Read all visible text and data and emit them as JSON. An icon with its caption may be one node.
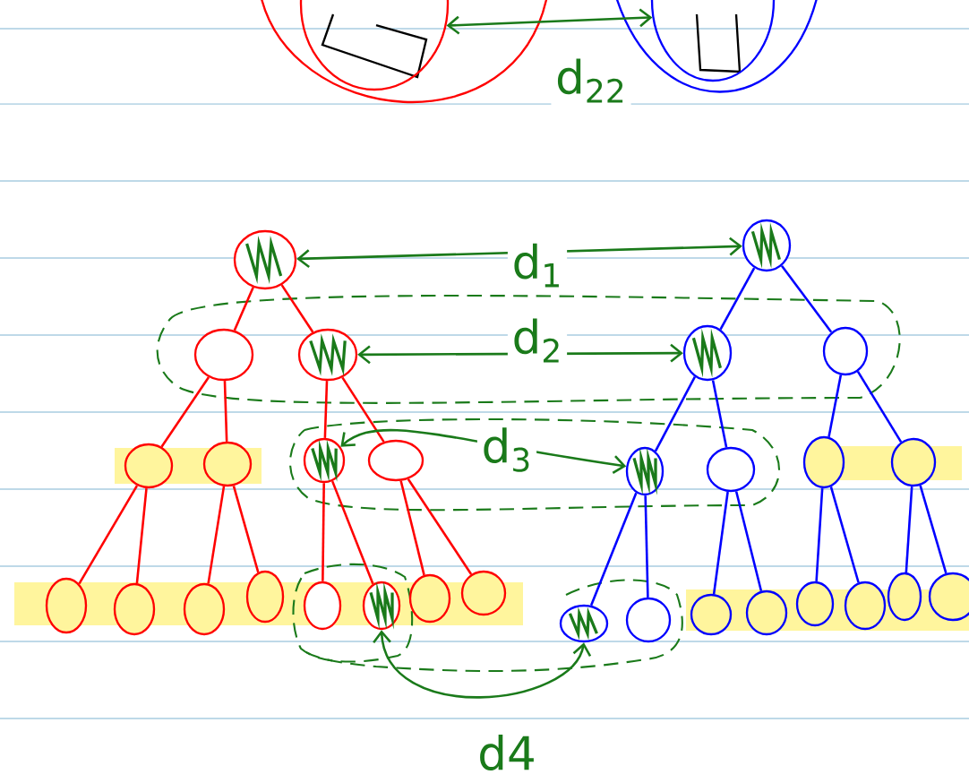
{
  "diagram": {
    "nodes": [
      {
        "text": [],
        "shape": "circle"
      },
      {
        "text": [],
        "shape": "circle"
      },
      {
        "text": [],
        "shape": "circle"
      },
      {
        "text": [],
        "shape": "circle"
      },
      {
        "text": [],
        "shape": "circle"
      },
      {
        "text": [],
        "shape": "circle"
      },
      {
        "text": [],
        "shape": "circle"
      },
      {
        "text": [],
        "shape": "circle"
      },
      {
        "text": [],
        "shape": "circle"
      },
      {
        "text": [],
        "shape": "circle"
      },
      {
        "text": [],
        "shape": "circle"
      },
      {
        "text": [],
        "shape": "circle"
      },
      {
        "text": [],
        "shape": "circle"
      },
      {
        "text": [],
        "shape": "circle"
      },
      {
        "text": [],
        "shape": "circle"
      },
      {
        "text": [],
        "shape": "circle"
      },
      {
        "text": [],
        "shape": "circle"
      },
      {
        "text": [],
        "shape": "circle"
      },
      {
        "text": [],
        "shape": "circle"
      },
      {
        "text": [],
        "shape": "circle"
      },
      {
        "text": [],
        "shape": "circle"
      },
      {
        "text": [],
        "shape": "circle"
      },
      {
        "text": [],
        "shape": "circle"
      },
      {
        "text": [],
        "shape": "circle"
      },
      {
        "text": [],
        "shape": "circle"
      },
      {
        "text": [],
        "shape": "circle"
      },
      {
        "text": [],
        "shape": "circle"
      },
      {
        "text": [],
        "shape": "circle"
      },
      {
        "text": [],
        "shape": "circle"
      },
      {
        "text": [],
        "shape": "circle"
      },
      {
        "text": [],
        "shape": "circle"
      },
      {
        "text": [],
        "shape": "circle"
      }
    ],
    "edges": [
      {
        "from": 2,
        "to": 3,
        "arrow": "none",
        "color": "#ff0000"
      },
      {
        "from": 2,
        "to": 4,
        "arrow": "none",
        "color": "#ff0000"
      },
      {
        "from": 3,
        "to": 5,
        "arrow": "none",
        "color": "#ff0000"
      },
      {
        "from": 3,
        "to": 6,
        "arrow": "none",
        "color": "#ff0000"
      },
      {
        "from": 4,
        "to": 7,
        "arrow": "none",
        "color": "#ff0000"
      },
      {
        "from": 4,
        "to": 8,
        "arrow": "none",
        "color": "#ff0000"
      },
      {
        "from": 5,
        "to": 9,
        "arrow": "none",
        "color": "#ff0000"
      },
      {
        "from": 5,
        "to": 10,
        "arrow": "none",
        "color": "#ff0000"
      },
      {
        "from": 6,
        "to": 11,
        "arrow": "none",
        "color": "#ff0000"
      },
      {
        "from": 6,
        "to": 12,
        "arrow": "none",
        "color": "#ff0000"
      },
      {
        "from": 7,
        "to": 13,
        "arrow": "none",
        "color": "#ff0000"
      },
      {
        "from": 7,
        "to": 14,
        "arrow": "none",
        "color": "#ff0000"
      },
      {
        "from": 8,
        "to": 15,
        "arrow": "none",
        "color": "#ff0000"
      },
      {
        "from": 8,
        "to": 16,
        "arrow": "none",
        "color": "#ff0000"
      },
      {
        "from": 17,
        "to": 18,
        "arrow": "none",
        "color": "#0000ff"
      },
      {
        "from": 17,
        "to": 19,
        "arrow": "none",
        "color": "#0000ff"
      },
      {
        "from": 18,
        "to": 20,
        "arrow": "none",
        "color": "#0000ff"
      },
      {
        "from": 18,
        "to": 21,
        "arrow": "none",
        "color": "#0000ff"
      },
      {
        "from": 19,
        "to": 22,
        "arrow": "none",
        "color": "#0000ff"
      },
      {
        "from": 19,
        "to": 23,
        "arrow": "none",
        "color": "#0000ff"
      },
      {
        "from": 20,
        "to": 24,
        "arrow": "none",
        "color": "#0000ff"
      },
      {
        "from": 20,
        "to": 25,
        "arrow": "none",
        "color": "#0000ff"
      },
      {
        "from": 21,
        "to": 26,
        "arrow": "none",
        "color": "#0000ff"
      },
      {
        "from": 21,
        "to": 27,
        "arrow": "none",
        "color": "#0000ff"
      },
      {
        "from": 22,
        "to": 28,
        "arrow": "none",
        "color": "#0000ff"
      },
      {
        "from": 22,
        "to": 29,
        "arrow": "none",
        "color": "#0000ff"
      },
      {
        "from": 23,
        "to": 30,
        "arrow": "none",
        "color": "#0000ff"
      },
      {
        "from": 23,
        "to": 31,
        "arrow": "none",
        "color": "#0000ff"
      },
      {
        "from": 0,
        "to": 1,
        "arrow": "both",
        "label": "d$_{22}$",
        "color": "#1a7a1a"
      },
      {
        "from": 2,
        "to": 17,
        "arrow": "both",
        "label": "d$_{1}$",
        "color": "#1a7a1a"
      },
      {
        "from": 4,
        "to": 18,
        "arrow": "both",
        "label": "d$_{2}$",
        "color": "#1a7a1a"
      },
      {
        "from": 7,
        "to": 20,
        "arrow": "both",
        "label": "d$_{3}$",
        "color": "#1a7a1a"
      },
      {
        "from": 14,
        "to": 24,
        "arrow": "both",
        "label": "d4",
        "color": "#1a7a1a"
      }
    ]
  }
}
